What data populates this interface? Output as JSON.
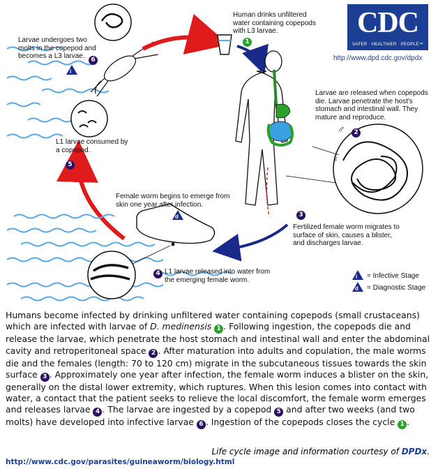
{
  "logo": {
    "text": "CDC",
    "tagline": "SAFER · HEALTHIER · PEOPLE™",
    "url": "http://www.dpd.cdc.gov/dpdx"
  },
  "labels": {
    "step1": "Human drinks unfiltered water containing copepods with L3 larvae.",
    "step2": "Larvae are released when copepods die. Larvae penetrate the host's stomach and intestinal wall. They mature and reproduce.",
    "step3": "Fertilized female worm migrates to surface of skin, causes a blister, and discharges larvae.",
    "step4": "L1 larvae released into water from the emerging female worm.",
    "step5": "L1 larvae consumed by a copepod.",
    "step6": "Larvae undergoes two molts in the copepod and becomes a L3 larvae.",
    "female_emerge": "Female worm begins to emerge from skin one year after infection.",
    "male_symbol": "♂",
    "female_symbol": "♀"
  },
  "legend": {
    "infective": "= Infective Stage",
    "diagnostic": "= Diagnostic Stage",
    "i": "i",
    "d": "d"
  },
  "badges": {
    "n1": "1",
    "n2": "2",
    "n3": "3",
    "n4": "4",
    "n5": "5",
    "n6": "6"
  },
  "description": {
    "p1": "Humans become infected by drinking unfiltered water containing copepods (small crustaceans) which are infected with larvae of ",
    "species": "D. medinensis",
    "p2": ". Following ingestion, the copepods die and release the larvae, which penetrate the host stomach and intestinal wall and enter the abdominal cavity and retroperitoneal space ",
    "p3": ". After maturation into adults and copulation, the male worms die and the females (length: 70 to 120 cm) migrate in the subcutaneous tissues towards the skin surface ",
    "p4": ". Approximately one year after infection, the female worm induces a blister on the skin, generally on the distal lower extremity, which ruptures. When this lesion comes into contact with water, a contact that the patient seeks to relieve the local discomfort, the female worm emerges and releases larvae ",
    "p5": ". The larvae are ingested by a copepod ",
    "p6": " and after two weeks (and two molts) have developed into infective larvae ",
    "p7": ". Ingestion of the copepods closes the cycle ",
    "p8": "."
  },
  "courtesy": {
    "text": "Life cycle image and information courtesy of ",
    "brand": "DPDx",
    "end": "."
  },
  "bottom_url": "http://www.cdc.gov/parasites/guineaworm/biology.html"
}
